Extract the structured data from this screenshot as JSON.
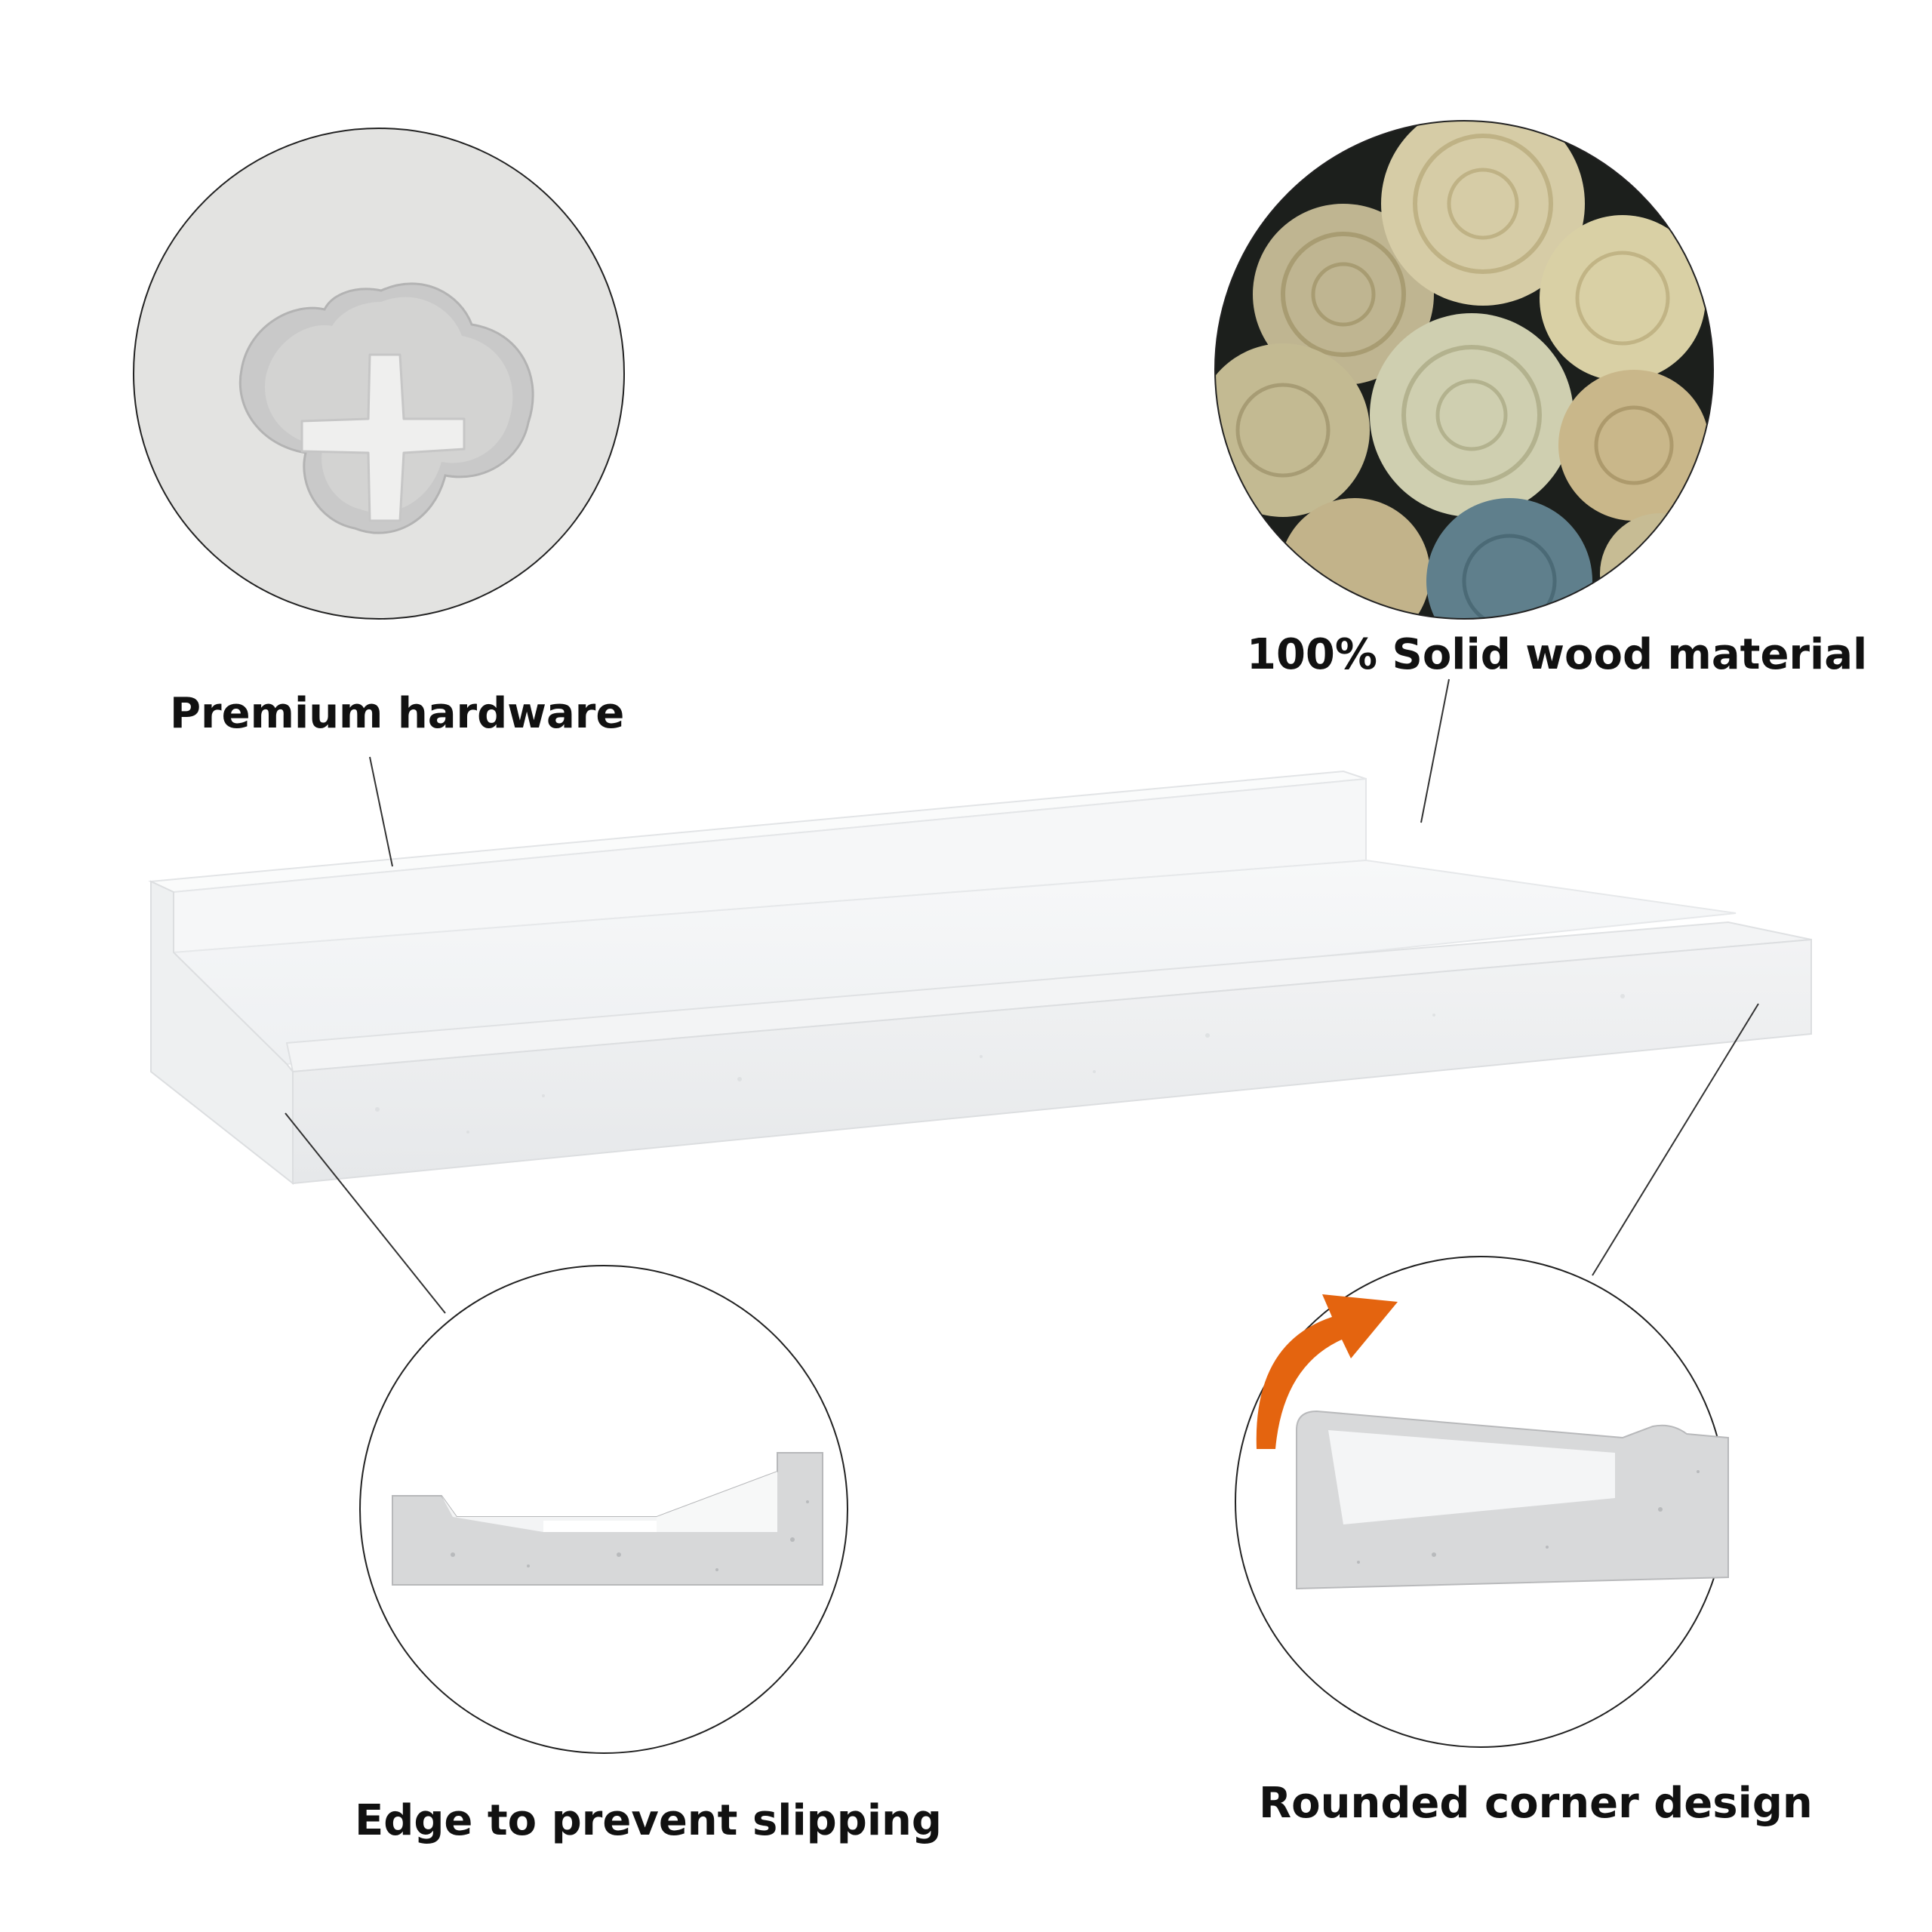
{
  "callouts": {
    "hardware": {
      "label": "Premium hardware",
      "icon": "keyhole-hanger-icon"
    },
    "wood": {
      "label": "100% Solid wood material",
      "icon": "wood-logs-image"
    },
    "edge": {
      "label": "Edge to prevent slipping",
      "icon": "shelf-profile-image"
    },
    "corner": {
      "label": "Rounded corner design",
      "icon": "rounded-corner-image"
    }
  },
  "colors": {
    "background": "#ffffff",
    "text": "#111111",
    "shelf": "#f4f5f6",
    "arrow": "#e4640f",
    "hardware_circle": "#e3e3e1",
    "wood_dark": "#1c1f1c"
  }
}
